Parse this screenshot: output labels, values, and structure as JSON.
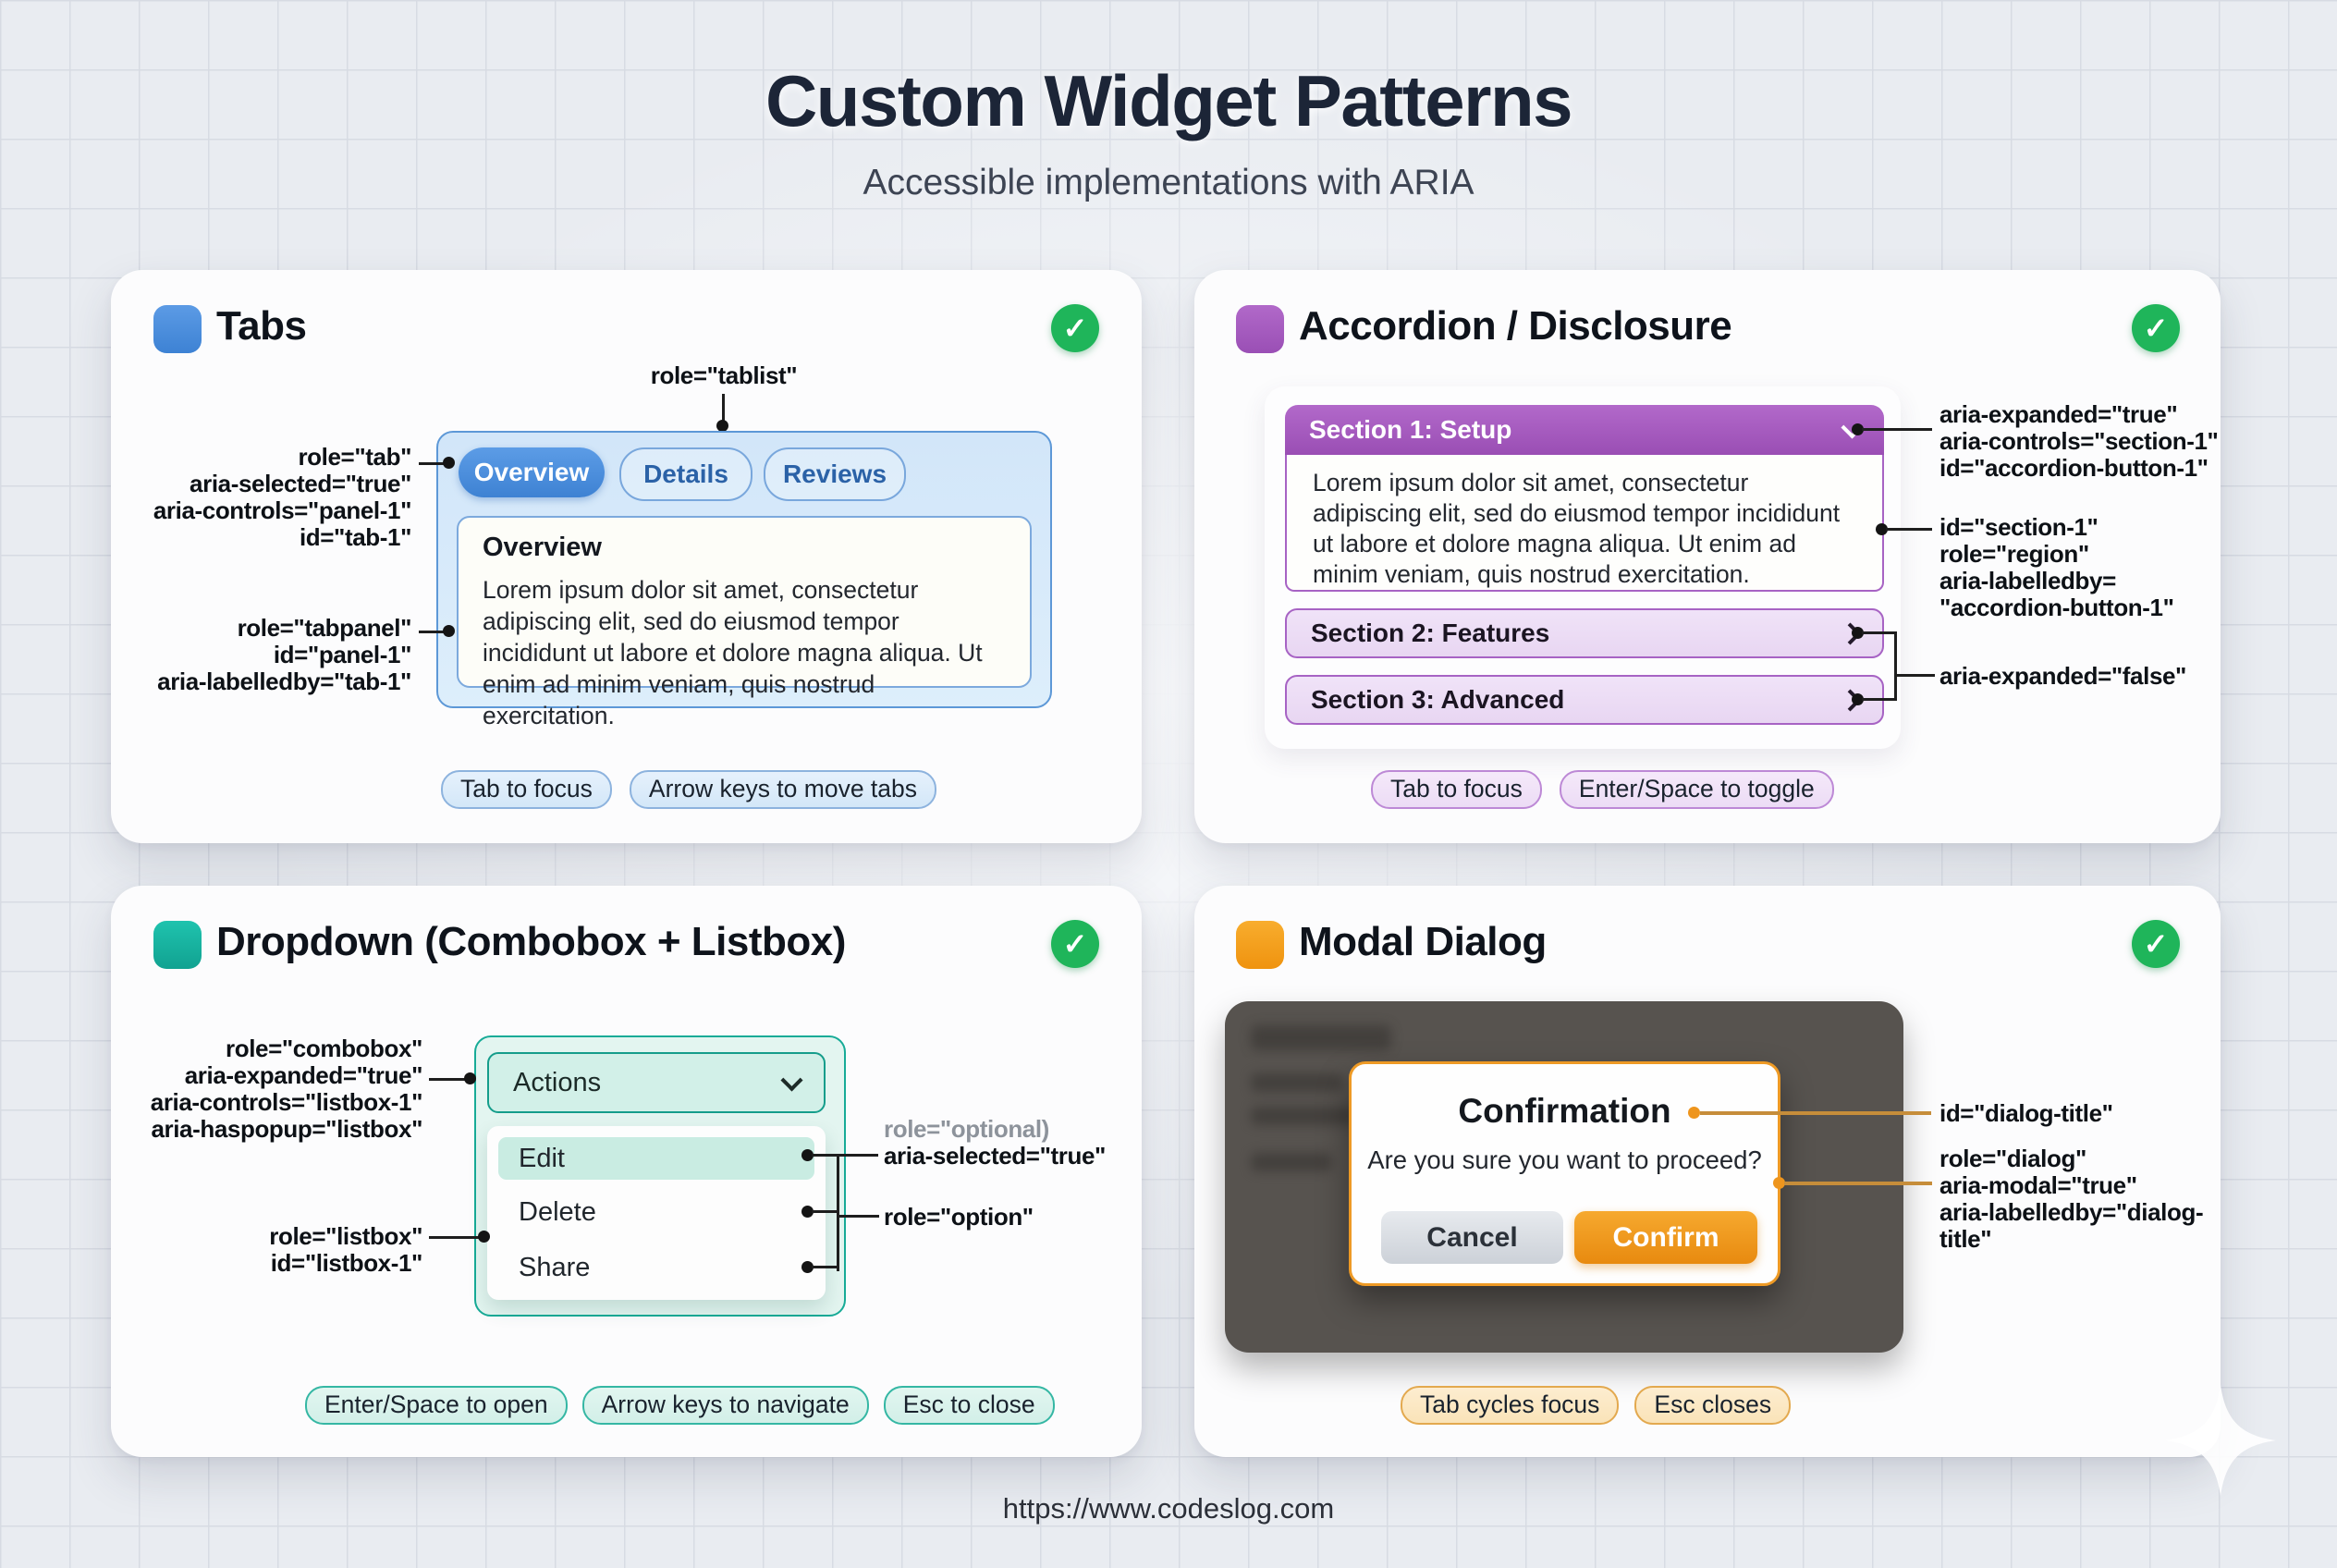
{
  "page": {
    "title": "Custom Widget Patterns",
    "subtitle": "Accessible implementations with ARIA",
    "footer_url": "https://www.codeslog.com"
  },
  "colors": {
    "background": "#e9ecf1",
    "grid_line": "#d7dbe3",
    "card": "#fcfcfd",
    "blue_accent": "#4a8fe0",
    "purple_accent": "#a55cc0",
    "teal_accent": "#17ab97",
    "orange_accent": "#ee9a25",
    "check_green": "#1fb55a",
    "annotation_text": "#0d1116",
    "modal_backdrop": "#57534f"
  },
  "cards": {
    "tabs": {
      "title": "Tabs",
      "annotations": {
        "tablist": "role=\"tablist\"",
        "tab": [
          "role=\"tab\"",
          "aria-selected=\"true\"",
          "aria-controls=\"panel-1\"",
          "id=\"tab-1\""
        ],
        "tabpanel": [
          "role=\"tabpanel\"",
          "id=\"panel-1\"",
          "aria-labelledby=\"tab-1\""
        ]
      },
      "mockup": {
        "tabs": [
          "Overview",
          "Details",
          "Reviews"
        ],
        "active_tab": "Overview",
        "panel_title": "Overview",
        "panel_body": "Lorem ipsum dolor sit amet, consectetur adipiscing elit, sed do eiusmod tempor incididunt ut labore et dolore magna aliqua. Ut enim ad minim veniam, quis nostrud exercitation."
      },
      "hints": [
        "Tab to focus",
        "Arrow keys to move tabs"
      ]
    },
    "accordion": {
      "title": "Accordion / Disclosure",
      "annotations": {
        "button": [
          "aria-expanded=\"true\"",
          "aria-controls=\"section-1\"",
          "id=\"accordion-button-1\""
        ],
        "region": [
          "id=\"section-1\"",
          "role=\"region\"",
          "aria-labelledby=",
          "\"accordion-button-1\""
        ],
        "collapsed": "aria-expanded=\"false\""
      },
      "mockup": {
        "sections": [
          "Section 1: Setup",
          "Section 2: Features",
          "Section 3: Advanced"
        ],
        "expanded_body": "Lorem ipsum dolor sit amet, consectetur adipiscing elit, sed do eiusmod tempor incididunt ut labore et dolore magna aliqua. Ut enim ad minim veniam, quis nostrud exercitation."
      },
      "hints": [
        "Tab to focus",
        "Enter/Space to toggle"
      ]
    },
    "dropdown": {
      "title": "Dropdown (Combobox + Listbox)",
      "annotations": {
        "combobox": [
          "role=\"combobox\"",
          "aria-expanded=\"true\"",
          "aria-controls=\"listbox-1\"",
          "aria-haspopup=\"listbox\""
        ],
        "listbox": [
          "role=\"listbox\"",
          "id=\"listbox-1\""
        ],
        "selected_gray": "role=\"optional)",
        "selected": "aria-selected=\"true\"",
        "option": "role=\"option\""
      },
      "mockup": {
        "combobox_label": "Actions",
        "options": [
          "Edit",
          "Delete",
          "Share"
        ],
        "selected_option": "Edit"
      },
      "hints": [
        "Enter/Space to open",
        "Arrow keys to navigate",
        "Esc to close"
      ]
    },
    "modal": {
      "title": "Modal Dialog",
      "annotations": {
        "dialog_title": "id=\"dialog-title\"",
        "dialog": [
          "role=\"dialog\"",
          "aria-modal=\"true\"",
          "aria-labelledby=\"dialog-",
          "title\""
        ]
      },
      "mockup": {
        "dialog_title": "Confirmation",
        "dialog_text": "Are you sure you want to proceed?",
        "cancel_label": "Cancel",
        "confirm_label": "Confirm"
      },
      "hints": [
        "Tab cycles focus",
        "Esc closes"
      ]
    }
  }
}
